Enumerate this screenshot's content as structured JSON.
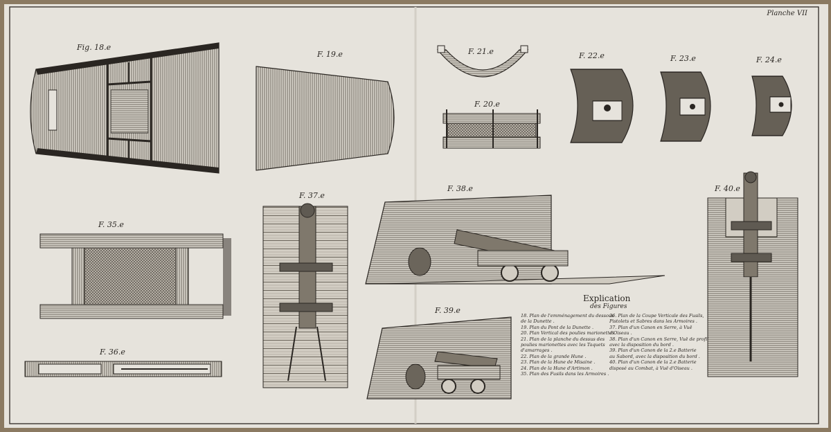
{
  "plate": {
    "title": "Planche VII",
    "colors": {
      "paper": "#e6e3dc",
      "ink": "#2a2622",
      "hatch": "#5f5a52",
      "dark": "#3a3530"
    }
  },
  "figures": {
    "f18": "Fig. 18.e",
    "f19": "F. 19.e",
    "f20": "F. 20.e",
    "f21": "F. 21.e",
    "f22": "F. 22.e",
    "f23": "F. 23.e",
    "f24": "F. 24.e",
    "f35": "F. 35.e",
    "f36": "F. 36.e",
    "f37": "F. 37.e",
    "f38": "F. 38.e",
    "f39": "F. 39.e",
    "f40": "F. 40.e"
  },
  "explication": {
    "title": "Explication",
    "subtitle": "des Figures",
    "left_entries": [
      "18. Plan de l'emménagement du dessous",
      "de la Dunette .",
      "19. Plan du Pont de la Dunette .",
      "20. Plan Vertical des poulies marionettes",
      "21. Plan de la planche du dessus des",
      "poulies marionettes avec les Taquets",
      "d'amarrages .",
      "22. Plan de la grande Hune .",
      "23. Plan de la Hune de Misaine .",
      "24. Plan de la Hune d'Artimon .",
      "35. Plan des Fusils dans les Armoires ."
    ],
    "right_entries": [
      "36. Plan de la Coupe Verticale des Fusils,",
      "Pistolets et Sabres dans les Armoires .",
      "37. Plan d'un Canon en Serre, à Vuë",
      "d'Oiseau .",
      "38. Plan d'un Canon en Serre, Vuë de profil",
      "avec la disposition du bord .",
      "39. Plan d'un Canon de la 2.e Batterie",
      "au Sabord, avec la disposition du bord .",
      "40. Plan d'un Canon de la 2.e Batterie",
      "disposé au Combat, à Vuë d'Oiseau ."
    ]
  }
}
